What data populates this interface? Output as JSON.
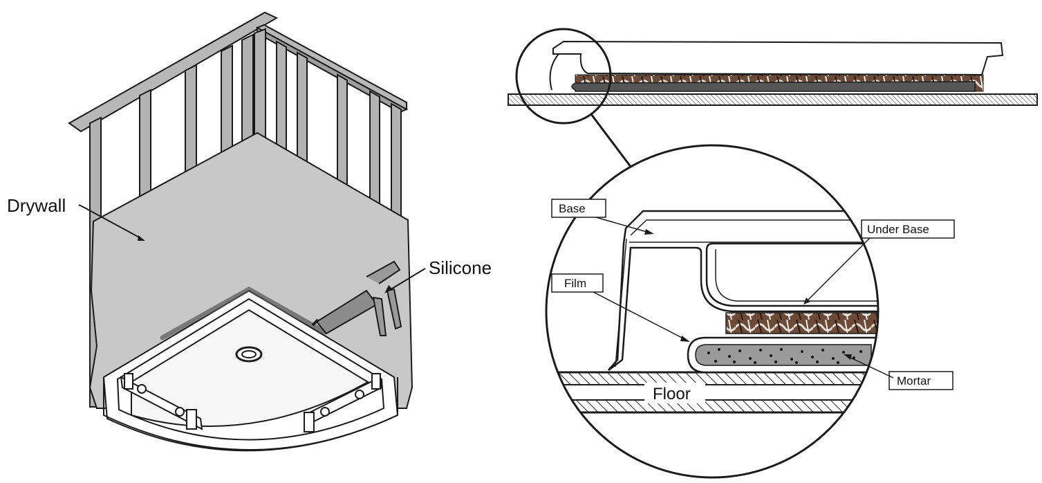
{
  "labels": {
    "drywall": "Drywall",
    "silicone": "Silicone",
    "base": "Base",
    "under_base": "Under Base",
    "film": "Film",
    "mortar": "Mortar",
    "floor": "Floor"
  },
  "colors": {
    "drywall_fill": "#c8c8c8",
    "frame_fill": "#b3b3b3",
    "line": "#1a1a1a",
    "shower_base": "#ffffff",
    "mortar_fill": "#9a9a9a",
    "under_base_texture": "#5a3a2a"
  }
}
